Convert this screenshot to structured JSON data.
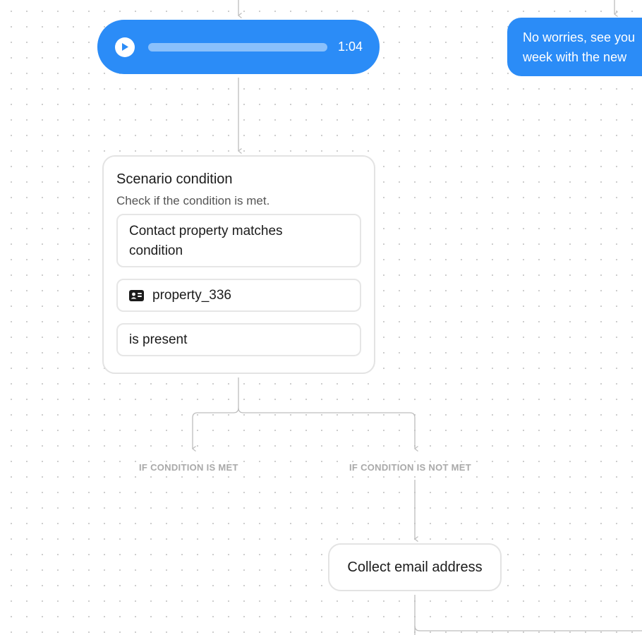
{
  "audio_message": {
    "duration": "1:04",
    "progress": 0,
    "icon": "play-icon",
    "color": "#2b8cf7"
  },
  "text_message": {
    "lines": [
      "No worries, see you",
      "week with the new"
    ],
    "color": "#2b8cf7"
  },
  "condition_card": {
    "title": "Scenario condition",
    "subtitle": "Check if the condition is met.",
    "condition_type_lines": [
      "Contact property matches",
      "condition"
    ],
    "property_icon": "contact-card-icon",
    "property": "property_336",
    "operator": "is present"
  },
  "branches": {
    "met_label": "IF CONDITION IS MET",
    "not_met_label": "IF CONDITION IS NOT MET"
  },
  "next_node": {
    "label": "Collect email address"
  },
  "colors": {
    "accent": "#2b8cf7",
    "connector": "#bdbdbd",
    "card_border": "#e3e3e3",
    "branch_label": "#a9a9a9"
  }
}
